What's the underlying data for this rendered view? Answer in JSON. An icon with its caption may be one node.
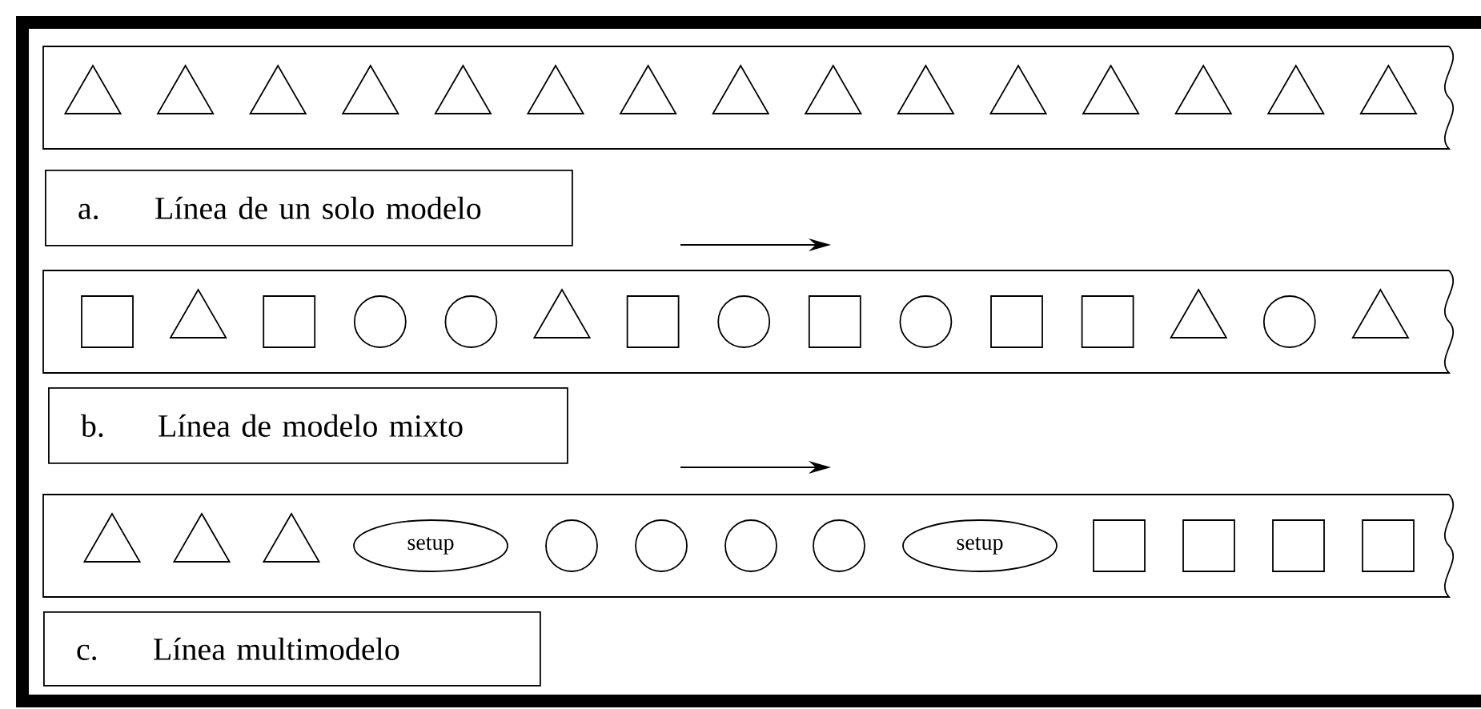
{
  "diagram": {
    "nodes": [
      {
        "text": [],
        "shape": "bar"
      },
      {
        "text": [],
        "shape": "triangle",
        "in": 0
      },
      {
        "text": [],
        "shape": "triangle",
        "in": 0
      },
      {
        "text": [],
        "shape": "triangle",
        "in": 0
      },
      {
        "text": [],
        "shape": "triangle",
        "in": 0
      },
      {
        "text": [],
        "shape": "triangle",
        "in": 0
      },
      {
        "text": [],
        "shape": "triangle",
        "in": 0
      },
      {
        "text": [],
        "shape": "triangle",
        "in": 0
      },
      {
        "text": [],
        "shape": "triangle",
        "in": 0
      },
      {
        "text": [],
        "shape": "triangle",
        "in": 0
      },
      {
        "text": [],
        "shape": "triangle",
        "in": 0
      },
      {
        "text": [],
        "shape": "triangle",
        "in": 0
      },
      {
        "text": [],
        "shape": "triangle",
        "in": 0
      },
      {
        "text": [],
        "shape": "triangle",
        "in": 0
      },
      {
        "text": [],
        "shape": "triangle",
        "in": 0
      },
      {
        "text": [],
        "shape": "triangle",
        "in": 0
      },
      {
        "text": [
          "a.",
          "Línea de un solo modelo"
        ]
      },
      {
        "text": [],
        "shape": "bar"
      },
      {
        "text": [],
        "shape": "box",
        "in": 17
      },
      {
        "text": [],
        "shape": "triangle",
        "in": 17
      },
      {
        "text": [],
        "shape": "box",
        "in": 17
      },
      {
        "text": [],
        "shape": "circle",
        "in": 17
      },
      {
        "text": [],
        "shape": "circle",
        "in": 17
      },
      {
        "text": [],
        "shape": "triangle",
        "in": 17
      },
      {
        "text": [],
        "shape": "box",
        "in": 17
      },
      {
        "text": [],
        "shape": "circle",
        "in": 17
      },
      {
        "text": [],
        "shape": "box",
        "in": 17
      },
      {
        "text": [],
        "shape": "circle",
        "in": 17
      },
      {
        "text": [],
        "shape": "box",
        "in": 17
      },
      {
        "text": [],
        "shape": "box",
        "in": 17
      },
      {
        "text": [],
        "shape": "triangle",
        "in": 17
      },
      {
        "text": [],
        "shape": "circle",
        "in": 17
      },
      {
        "text": [],
        "shape": "triangle",
        "in": 17
      },
      {
        "text": [
          "b.",
          "Línea de modelo mixto"
        ]
      },
      {
        "text": [],
        "shape": "bar"
      },
      {
        "text": [],
        "shape": "triangle",
        "in": 34
      },
      {
        "text": [],
        "shape": "triangle",
        "in": 34
      },
      {
        "text": [],
        "shape": "triangle",
        "in": 34
      },
      {
        "text": [
          "setup"
        ],
        "in": 34
      },
      {
        "text": [],
        "shape": "circle",
        "in": 34
      },
      {
        "text": [],
        "shape": "circle",
        "in": 34
      },
      {
        "text": [],
        "shape": "circle",
        "in": 34
      },
      {
        "text": [],
        "shape": "circle",
        "in": 34
      },
      {
        "text": [
          "setup"
        ],
        "in": 34
      },
      {
        "text": [],
        "shape": "box",
        "in": 34
      },
      {
        "text": [],
        "shape": "box",
        "in": 34
      },
      {
        "text": [],
        "shape": "box",
        "in": 34
      },
      {
        "text": [],
        "shape": "box",
        "in": 34
      },
      {
        "text": [
          "c.",
          "Línea multimodelo"
        ]
      }
    ]
  }
}
